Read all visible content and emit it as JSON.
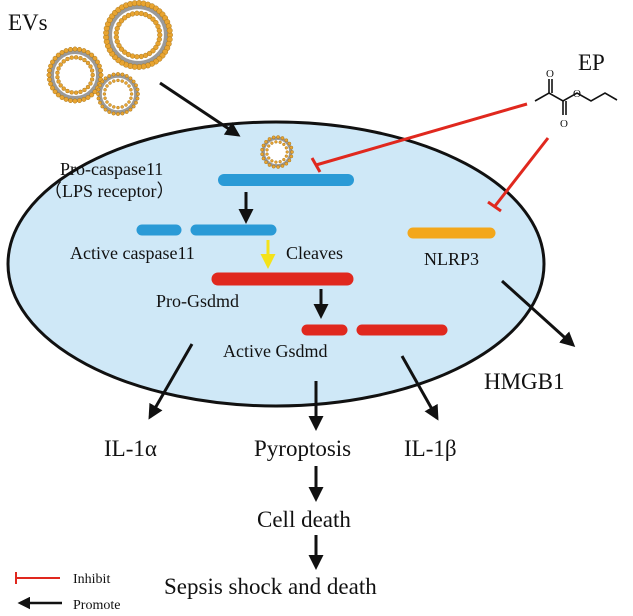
{
  "labels": {
    "evs": "EVs",
    "ep": "EP",
    "pro_caspase11": "Pro-caspase11",
    "lps_receptor": "（LPS receptor）",
    "active_caspase11": "Active caspase11",
    "cleaves": "Cleaves",
    "nlrp3": "NLRP3",
    "pro_gsdmd": "Pro-Gsdmd",
    "active_gsdmd": "Active Gsdmd",
    "hmgb1": "HMGB1",
    "il1a": "IL-1α",
    "pyroptosis": "Pyroptosis",
    "il1b": "IL-1β",
    "cell_death": "Cell death",
    "sepsis": "Sepsis shock and death"
  },
  "legend": {
    "inhibit": "Inhibit",
    "promote": "Promote"
  },
  "molecule_labels": {
    "o_top": "O",
    "o_ester": "O",
    "o_bottom": "O"
  },
  "colors": {
    "cell_fill": "#cfe8f7",
    "caspase_blue": "#2a9ad6",
    "gsdmd_red": "#e0281e",
    "nlrp3_orange": "#f3a71b",
    "inhibit_red": "#e0281e",
    "cleave_yellow": "#f4e21a",
    "ev_gold": "#e8a431"
  }
}
